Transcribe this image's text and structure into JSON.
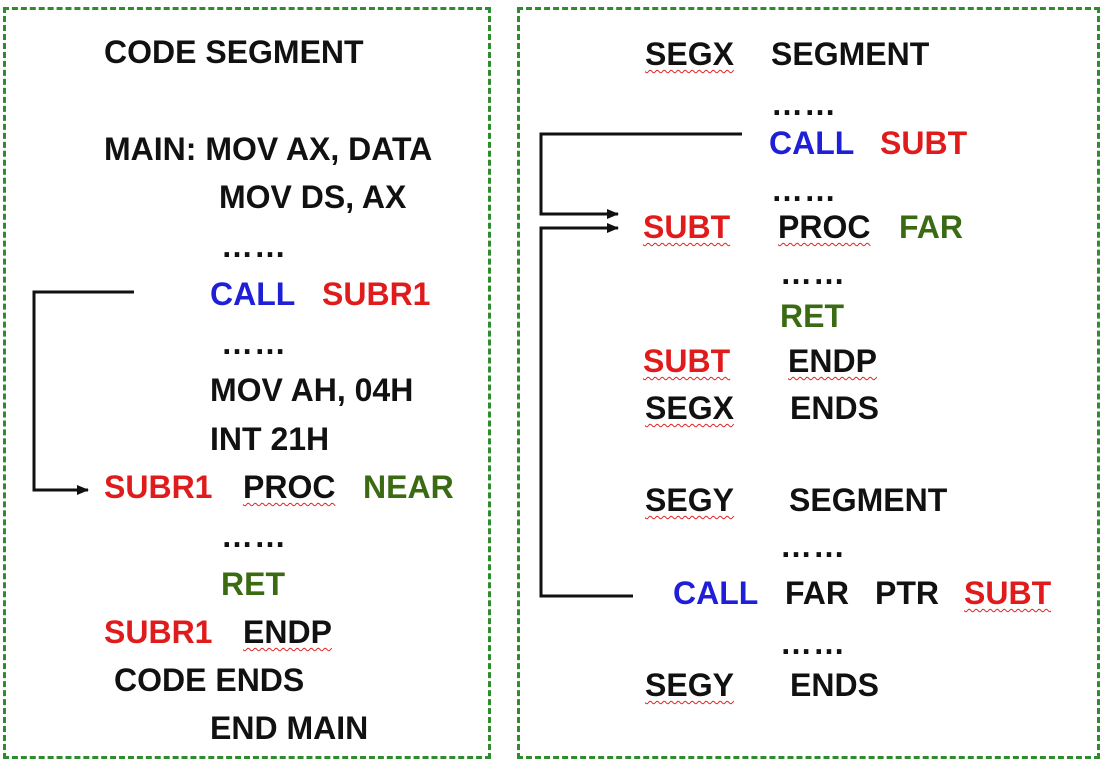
{
  "left": {
    "code_segment": "CODE   SEGMENT",
    "main_mov_ax": "MAIN: MOV AX, DATA",
    "mov_ds": "MOV DS, AX",
    "dots1": "……",
    "call_kw": "CALL",
    "call_target": "SUBR1",
    "dots2": "……",
    "mov_ah": "MOV AH, 04H",
    "int21": "INT 21H",
    "proc_name": "SUBR1",
    "proc_kw": "PROC",
    "proc_type": "NEAR",
    "dots3": "……",
    "ret": "RET",
    "endp_name": "SUBR1",
    "endp_kw": "ENDP",
    "code_ends": "CODE   ENDS",
    "end_main": "END MAIN"
  },
  "right": {
    "segx": "SEGX",
    "segx_segment": "SEGMENT",
    "dots1": "……",
    "call_kw": "CALL",
    "call_target": "SUBT",
    "dots2": "……",
    "proc_name": "SUBT",
    "proc_kw": "PROC",
    "proc_type": "FAR",
    "dots3": "……",
    "ret": "RET",
    "endp_name": "SUBT",
    "endp_kw": "ENDP",
    "segx2": "SEGX",
    "segx_ends": "ENDS",
    "segy": "SEGY",
    "segy_segment": "SEGMENT",
    "dots4": "……",
    "far_call_kw": "CALL",
    "far_kw": "FAR",
    "ptr_kw": "PTR",
    "far_call_target": "SUBT",
    "dots5": "……",
    "segy2": "SEGY",
    "segy_ends": "ENDS"
  },
  "colors": {
    "border": "#2e8b2e",
    "keyword_blue": "#1f1fd8",
    "name_red": "#e01b1b",
    "type_green": "#3a6a12",
    "text_black": "#111111"
  }
}
